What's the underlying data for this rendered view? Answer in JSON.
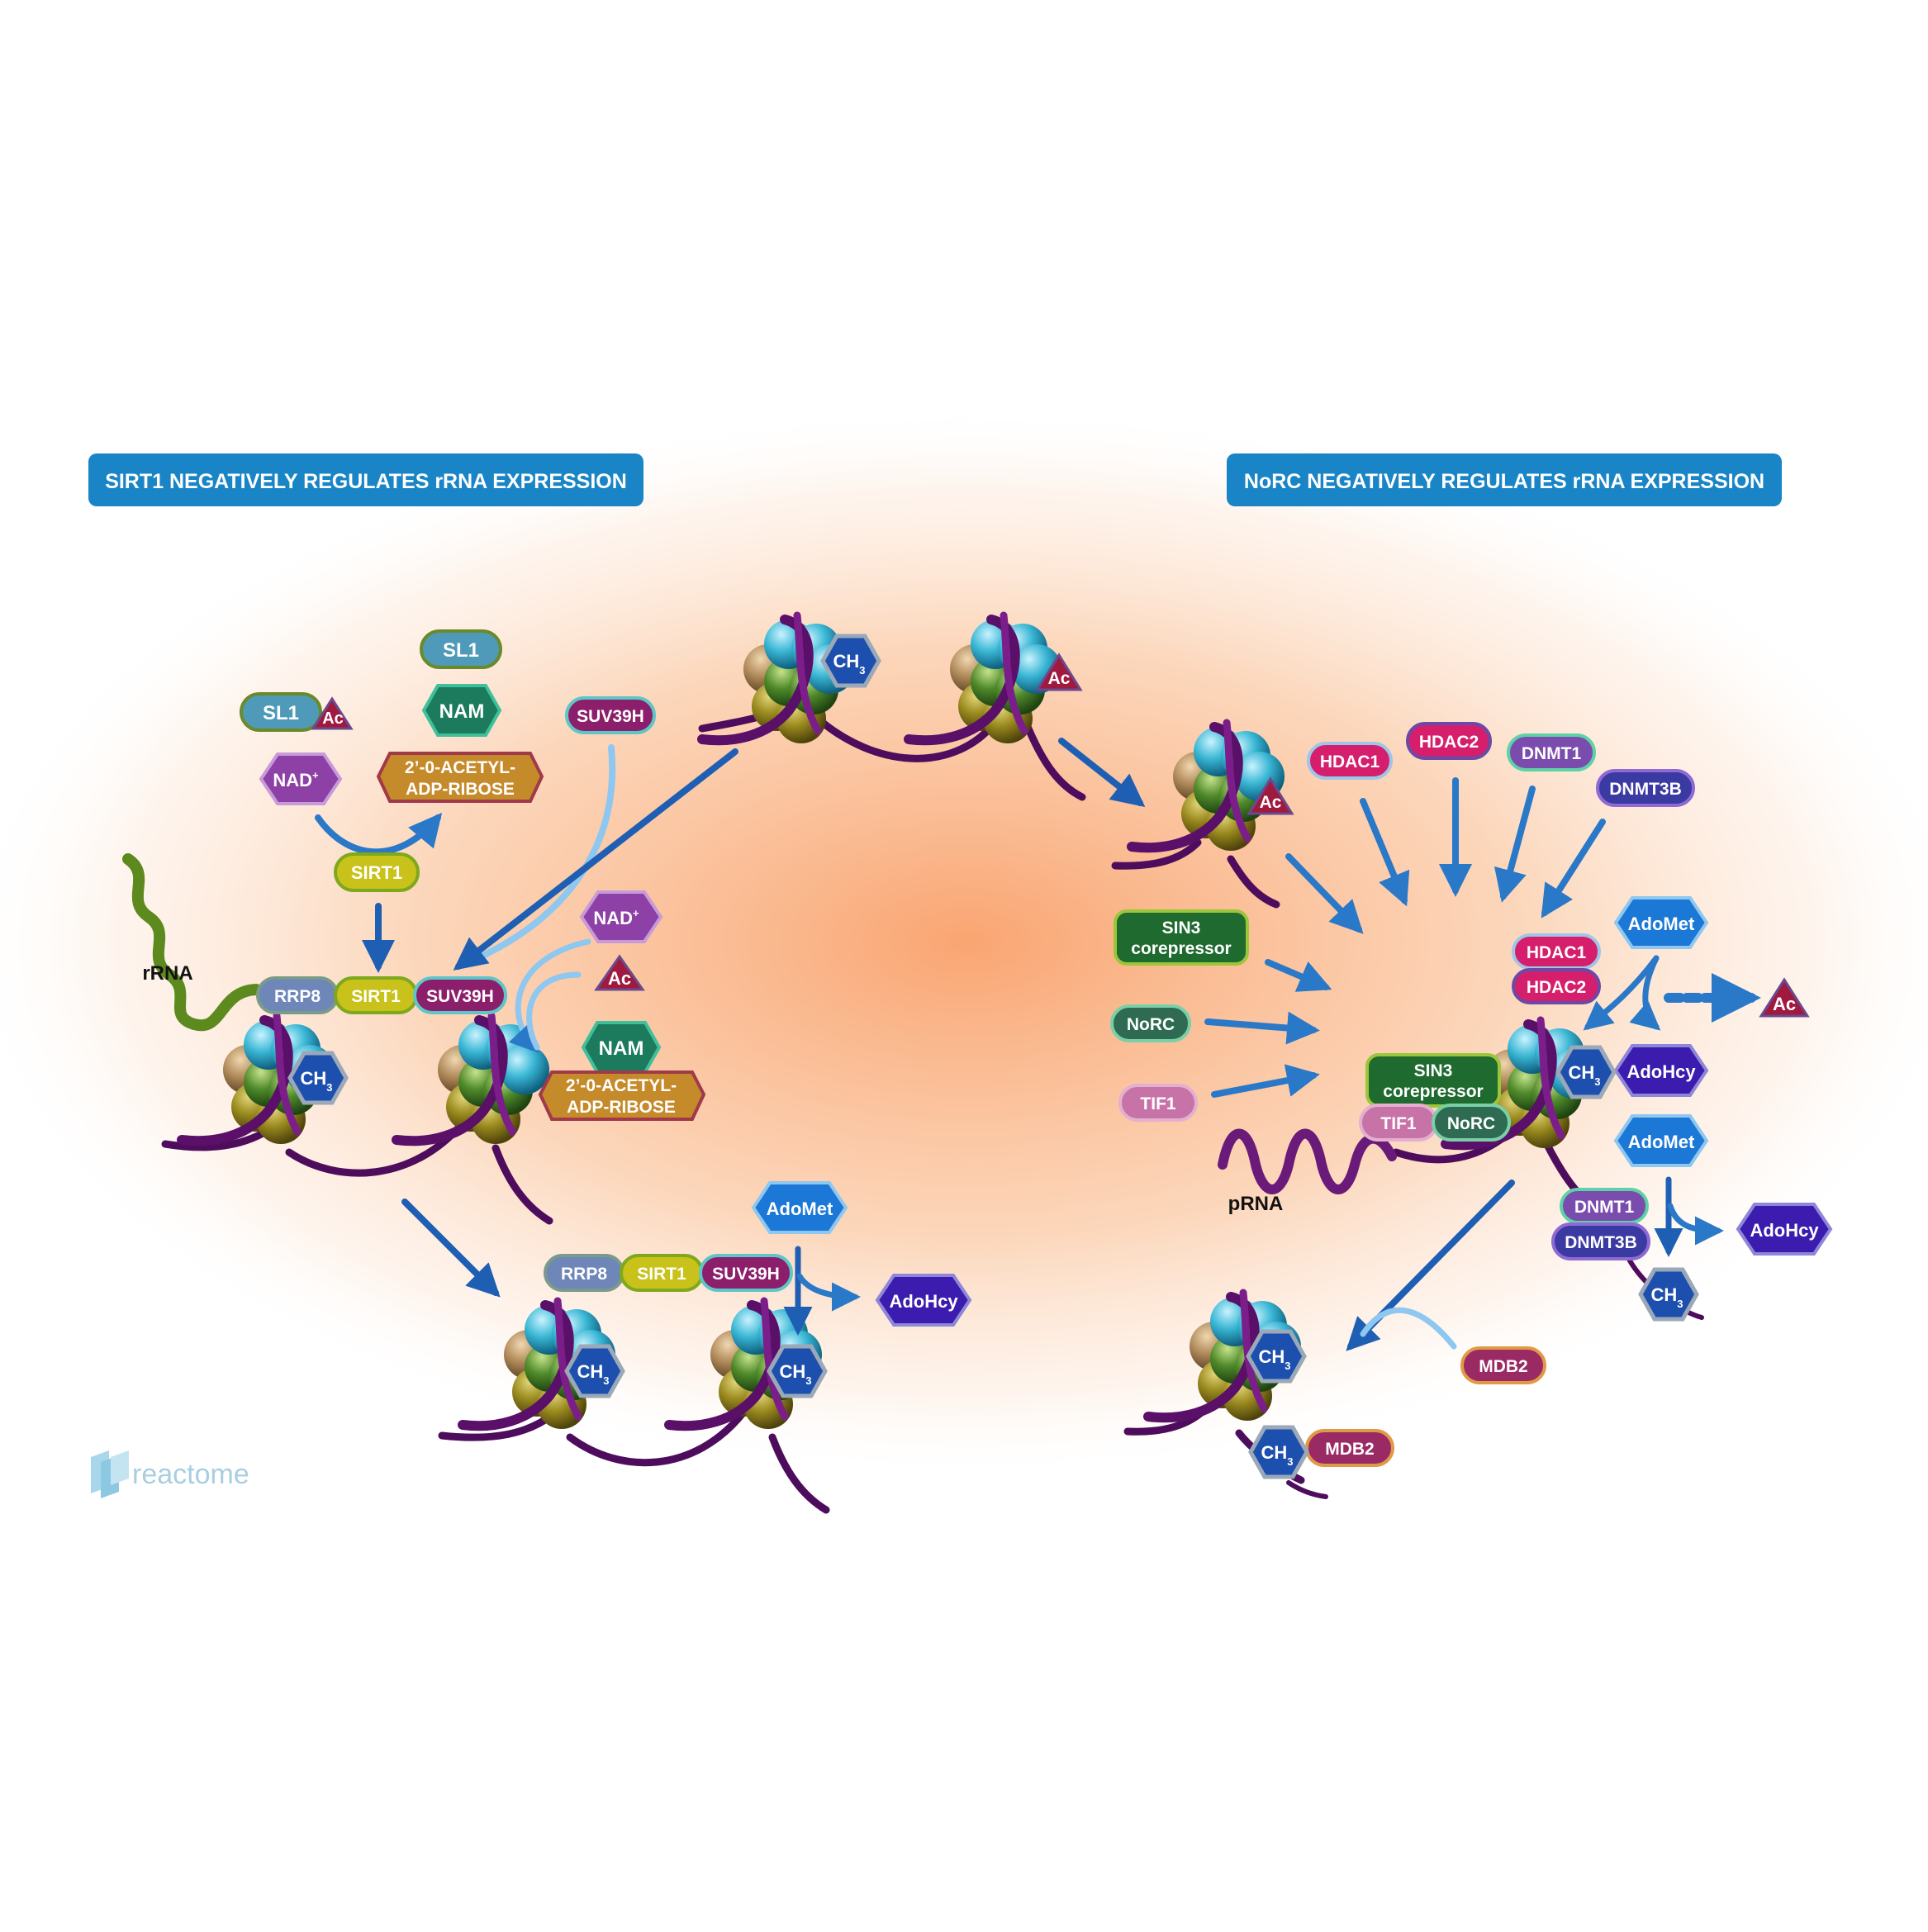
{
  "headers": {
    "left": "SIRT1 NEGATIVELY REGULATES rRNA EXPRESSION",
    "right": "NoRC NEGATIVELY REGULATES rRNA EXPRESSION"
  },
  "brand": "reactome",
  "nucleic_acids": {
    "rrna": "rRNA",
    "prna": "pRNA"
  },
  "colors": {
    "header_bg": "#1985c6",
    "arrow_dark": "#1e5fb4",
    "arrow_light": "#8ec7ef",
    "glow": "#f9a06a",
    "dna": "#4e0d5c",
    "rrna": "#5d8a1e",
    "sl1": "#4e9ab8",
    "nam": "#1b7b5c",
    "nad": "#8d40a6",
    "acetyl_adp_ribose": "#c58a2a",
    "sirt1": "#c9c21b",
    "suv39h": "#8c1f6b",
    "rrp8": "#6e86b8",
    "ch3": "#1d4fae",
    "ac": "#a0193e",
    "adomet": "#1c78d6",
    "adohcy": "#3b1cae",
    "hdac": "#d51f6d",
    "dnmt1": "#7a4cae",
    "dnmt3b": "#3b3aa2",
    "sin3": "#1f6a2f",
    "norc": "#2e6b52",
    "tif1": "#c873a8",
    "mdb2": "#9a2a64"
  },
  "labels": {
    "sl1": "SL1",
    "ac": "Ac",
    "nam": "NAM",
    "nad": "NAD",
    "nad_charge": "+",
    "acetyl_line1": "2’-0-ACETYL-",
    "acetyl_line2": "ADP-RIBOSE",
    "sirt1": "SIRT1",
    "suv39h": "SUV39H",
    "rrp8": "RRP8",
    "ch": "CH",
    "ch_sub": "3",
    "adomet": "AdoMet",
    "adohcy": "AdoHcy",
    "hdac1": "HDAC1",
    "hdac2": "HDAC2",
    "dnmt1": "DNMT1",
    "dnmt3b": "DNMT3B",
    "sin3_line1": "SIN3",
    "sin3_line2": "corepressor",
    "norc": "NoRC",
    "tif1": "TIF1",
    "mdb2": "MDB2"
  }
}
